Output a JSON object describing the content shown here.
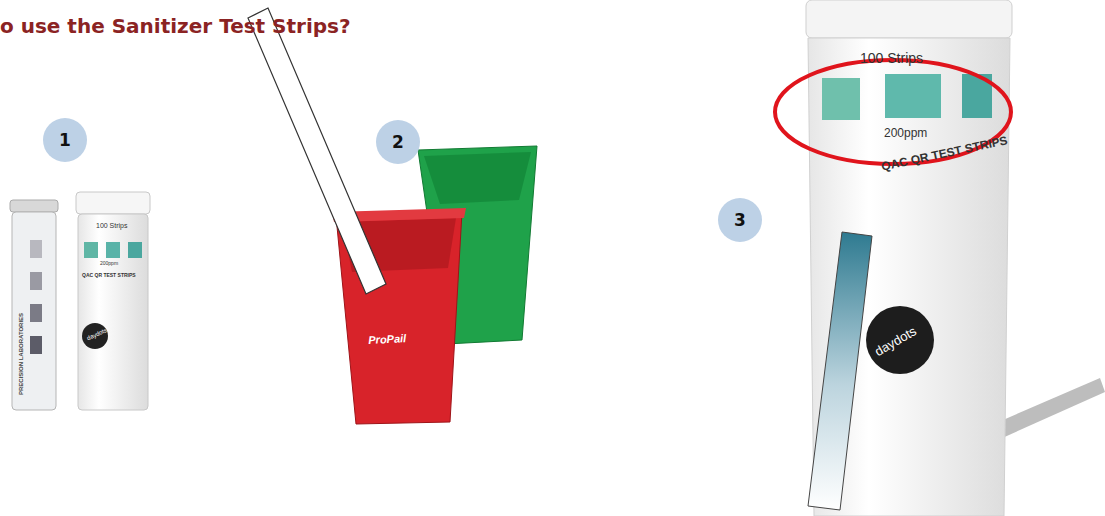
{
  "diagram": {
    "title": "o use the Sanitizer Test Strips?",
    "nodes": [
      {
        "text": [
          "1"
        ]
      },
      {
        "text": [
          "2"
        ]
      },
      {
        "text": [
          "3"
        ]
      }
    ],
    "labels": [
      "PRECISION LABORATORIES",
      "100 Strips",
      "200ppm",
      "QAC QR TEST STRIPS",
      "daydots",
      "ProPail",
      "100 Strips",
      "200ppm",
      "QAC QR TEST STRIPS",
      "daydots"
    ]
  }
}
